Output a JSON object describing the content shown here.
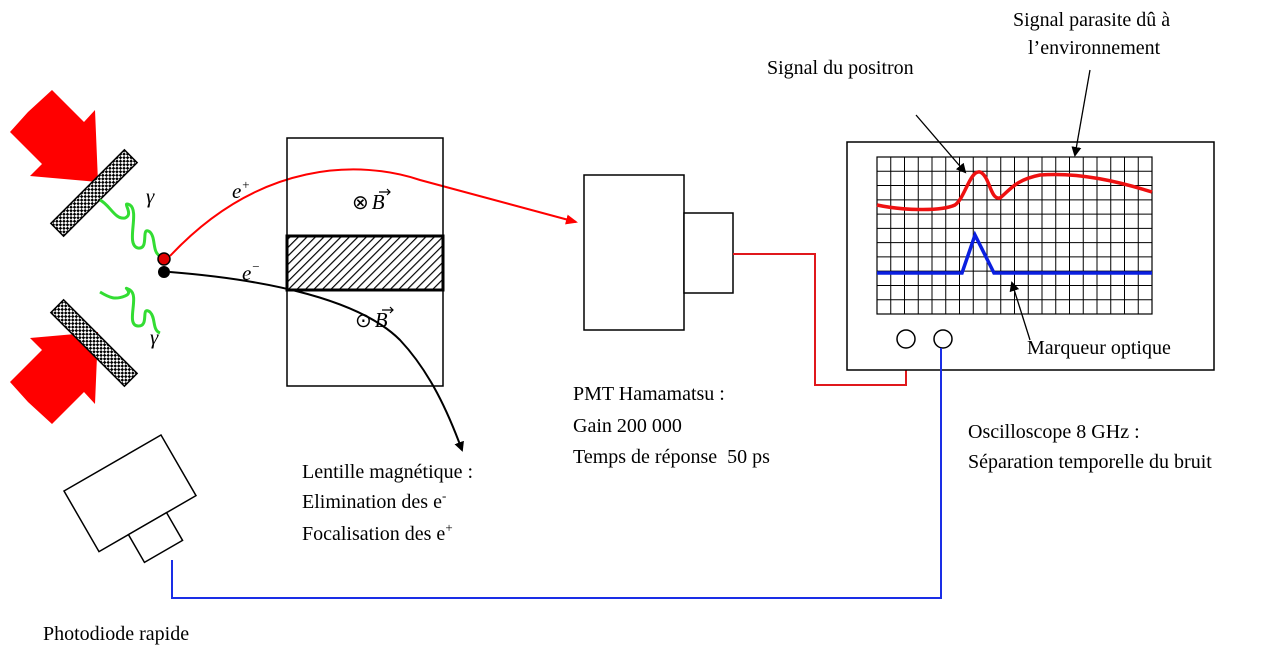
{
  "labels": {
    "gamma_top": "γ",
    "gamma_bottom": "γ",
    "e_plus": "e",
    "e_plus_sup": "+",
    "e_minus": "e",
    "e_minus_sup": "−",
    "b_in": "⊗",
    "b_out": "⊙",
    "b_letter": "B",
    "lens_line1": "Lentille magnétique :",
    "lens_line2": "Elimination des e",
    "lens_line2_sup": "-",
    "lens_line3": "Focalisation des e",
    "lens_line3_sup": "+",
    "pmt_line1": "PMT Hamamatsu :",
    "pmt_line2": "Gain 200 000",
    "pmt_line3": "Temps de réponse  50 ps",
    "osc_line1": "Oscilloscope 8 GHz :",
    "osc_line2": "Séparation temporelle du bruit",
    "signal_positron": "Signal du positron",
    "signal_parasite_1": "Signal parasite dû à",
    "signal_parasite_2": "l’environnement",
    "marker": "Marqueur optique",
    "photodiode": "Photodiode rapide"
  },
  "colors": {
    "arrow_red": "#ff0000",
    "gamma_green": "#33dd33",
    "positron_red": "#ff0000",
    "marker_blue": "#0a1fe0",
    "cable_red": "#e0181c",
    "cable_blue": "#1a2ee6"
  }
}
